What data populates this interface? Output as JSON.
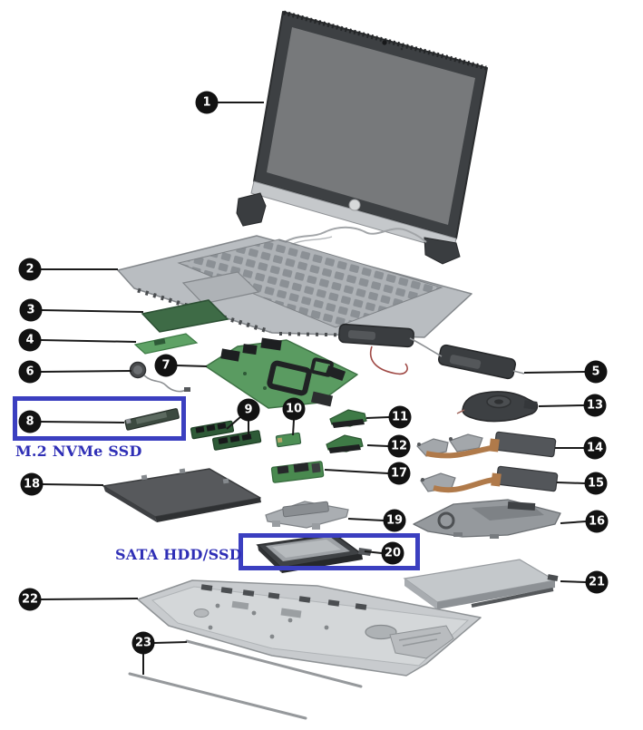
{
  "diagram": {
    "highlight_labels": {
      "m2_ssd": "M.2 NVMe SSD",
      "sata_hdd": "SATA HDD/SSD"
    },
    "callouts": [
      {
        "label": "1"
      },
      {
        "label": "2"
      },
      {
        "label": "3"
      },
      {
        "label": "4"
      },
      {
        "label": "5"
      },
      {
        "label": "6"
      },
      {
        "label": "7"
      },
      {
        "label": "8"
      },
      {
        "label": "9"
      },
      {
        "label": "10"
      },
      {
        "label": "11"
      },
      {
        "label": "12"
      },
      {
        "label": "13"
      },
      {
        "label": "14"
      },
      {
        "label": "15"
      },
      {
        "label": "16"
      },
      {
        "label": "17"
      },
      {
        "label": "18"
      },
      {
        "label": "19"
      },
      {
        "label": "20"
      },
      {
        "label": "21"
      },
      {
        "label": "22"
      },
      {
        "label": "23"
      }
    ]
  },
  "colors": {
    "highlight-box": "#3b3fc0",
    "label-text": "#2f2fb6",
    "callout-bg": "#121212",
    "callout-text": "#ffffff",
    "leader-line": "#1a1a1a"
  }
}
